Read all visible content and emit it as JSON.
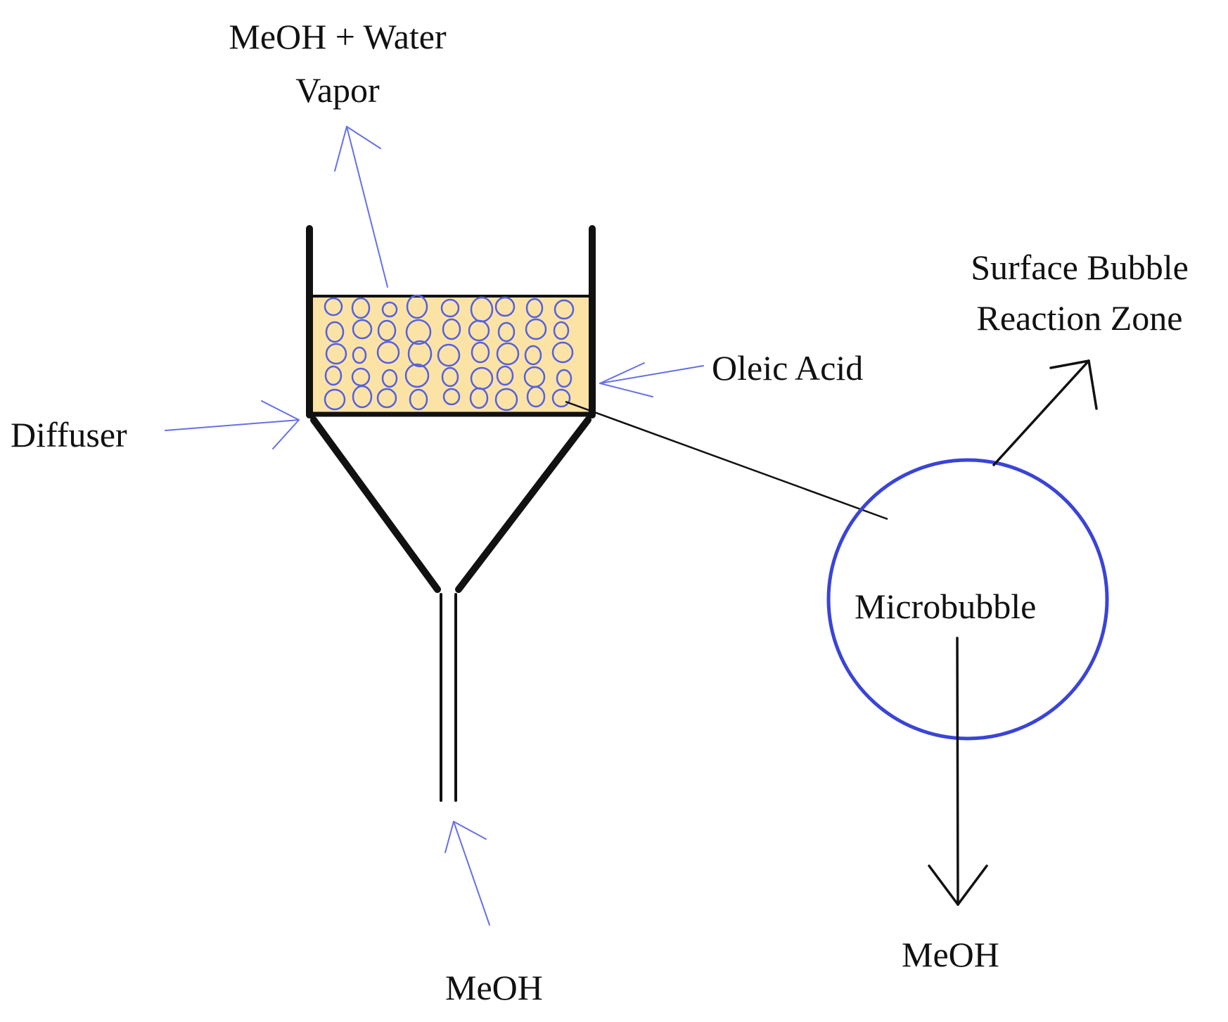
{
  "colors": {
    "vessel": "#111111",
    "liquid": "#fbe3a6",
    "bubble": "#5560e0",
    "arrow_blue": "#6670e6",
    "arrow_black": "#111111",
    "microbubble_ring": "#3a44d6"
  },
  "labels": {
    "vapor_line1": "MeOH + Water",
    "vapor_line2": "Vapor",
    "surface_line1": "Surface Bubble",
    "surface_line2": "Reaction Zone",
    "oleic_acid": "Oleic Acid",
    "diffuser": "Diffuser",
    "microbubble": "Microbubble",
    "meoh_inlet": "MeOH",
    "meoh_out": "MeOH"
  },
  "icons": {
    "vapor_arrow": "arrow-up-blue-icon",
    "oleic_arrow": "arrow-left-blue-icon",
    "diffuser_arrow": "arrow-right-blue-icon",
    "inlet_arrow": "arrow-up-blue-icon",
    "surface_arrow": "arrow-up-right-icon",
    "meoh_out_arrow": "arrow-down-icon"
  }
}
